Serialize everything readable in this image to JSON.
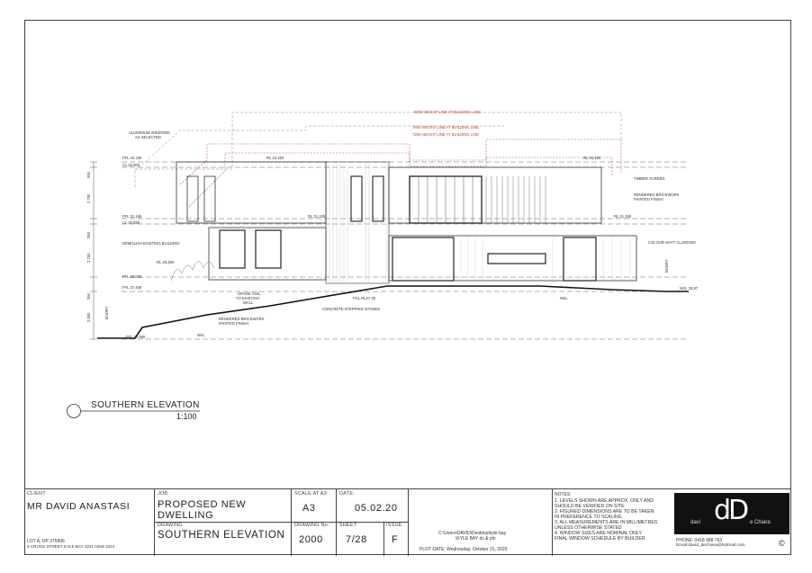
{
  "elevation": {
    "title": "SOUTHERN ELEVATION",
    "scale": "1:100"
  },
  "annotations": {
    "height_9000": "9000 HEIGHT LINE AT BUILDING LINE",
    "height_7500": "7500 HEIGHT LINE AT BUILDING LINE",
    "height_7200": "7200 HEIGHT LINE AT BUILDING LINE",
    "aluminium_windows": "ALUMINIUM WINDOWS",
    "as_selected": "AS SELECTED",
    "timber_screen": "TIMBER SCREEN",
    "rendered_brickwork_1": "RENDERED BRICKWORK",
    "painted_finish_1": "PAINTED FINISH",
    "demolish": "DEMOLISH EXISTING BUILDING",
    "colour_matt": "COLOUR MATT CLADDING",
    "grade_soil": "GRADE SOIL",
    "to_existing": "TO EXISTING",
    "wall": "WALL",
    "rendered_brickwork_2": "RENDERED BRICKWORK",
    "painted_finish_2": "PAINTED FINISH",
    "concrete_stepping": "CONCRETE STEPPING STONES",
    "fgl": "FGL RL27.35",
    "ngl": "NGL",
    "ngl_right": "NGL 25.97",
    "ngl_left": "NGL",
    "fpl_34": "FFL 34.150",
    "cl_33": "CL 33.900",
    "rl_34a": "RL 34.150",
    "rl_34b": "RL 34.150",
    "ffl_31": "FFL 31.195",
    "cl_30": "CL 30.895",
    "rl_31a": "RL 31.195",
    "rl_31b": "RL 31.195",
    "rl_29": "RL 29.350",
    "ffl_29": "FFL 29.000",
    "ffl_27": "FFL 27.400",
    "ffl_24": "FFL 24.950",
    "boundary_left": "BNDRY",
    "boundary_right": "BNDRY",
    "dim_350a": "350",
    "dim_2700": "2,700",
    "dim_350b": "350",
    "dim_2750": "2,750",
    "dim_350c": "350",
    "dim_2500": "2,500"
  },
  "title_block": {
    "client_label": "CLIENT",
    "client_value": "MR DAVID ANASTASI",
    "lot_line1": "LOT A, DP 375896",
    "lot_line2": "5 CROSS STREET KYLE BAY 2221 NSW 2221",
    "job_label": "JOB:",
    "job_value_1": "PROPOSED NEW",
    "job_value_2": "DWELLING",
    "drawing_label": "DRAWING",
    "drawing_value": "SOUTHERN ELEVATION",
    "scale_label": "SCALE AT A3:",
    "scale_value": "A3",
    "date_label": "DATE:",
    "date_value": "05.02.20",
    "drawing_no_label": "DRAWING No:",
    "drawing_no_value": "2000",
    "sheet_label": "SHEET:",
    "sheet_value": "7/28",
    "issue_label": "ISSUE",
    "issue_value": "F",
    "path_1": "C:\\Users\\DAVID\\Desktop\\kyle bay",
    "path_2": "\\KYLE BAY dx & pln",
    "plot_date": "PLOT DATE: Wednesday, October 21, 2020",
    "notes_label": "NOTES:",
    "notes": [
      "1. LEVELS SHOWN ARE APPROX. ONLY AND",
      "SHOULD BE VERIFIED ON SITE",
      "2. FIGURED DIMENSIONS ARE TO BE TAKEN",
      "IN PREFERENCE TO SCALING",
      "3. ALL MEASUREMENTS ARE IN MILLIMETRES",
      "UNLESS OTHERWISE STATED",
      "4. WINDOW SIZES ARE NOMINAL ONLY.",
      "FINAL WINDOW SCHEDULE BY BUILDER"
    ],
    "logo_mark": "dD",
    "logo_left": "davi",
    "logo_right": "e Chiara",
    "phone": "PHONE: 0418 988 763",
    "email": "Email:david_dechiara@hotmail.com",
    "copyright_mark": "©"
  }
}
